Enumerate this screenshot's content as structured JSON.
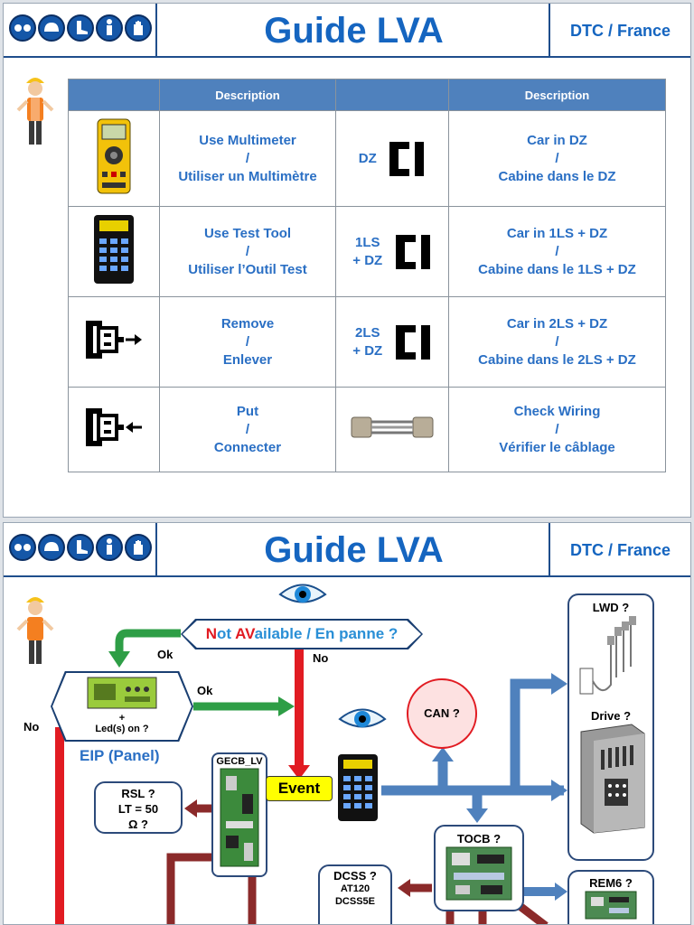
{
  "header": {
    "title": "Guide LVA",
    "region": "DTC / France"
  },
  "ppe_icons": [
    "safety-glasses-icon",
    "hard-hat-icon",
    "safety-boots-icon",
    "harness-icon",
    "gloves-icon"
  ],
  "legend": {
    "col_header_left": "Description",
    "col_header_right": "Description",
    "rows": [
      {
        "icon": "multimeter-icon",
        "line1": "Use Multimeter",
        "sep": "/",
        "line2": "Utiliser un Multimètre",
        "tag": "DZ",
        "tag2": "",
        "desc1": "Car in DZ",
        "desc_sep": "/",
        "desc2": "Cabine dans le DZ"
      },
      {
        "icon": "test-tool-icon",
        "line1": "Use Test Tool",
        "sep": "/",
        "line2": "Utiliser l’Outil Test",
        "tag": "1LS",
        "tag2": "+ DZ",
        "desc1": "Car in 1LS + DZ",
        "desc_sep": "/",
        "desc2": "Cabine dans le 1LS + DZ"
      },
      {
        "icon": "connector-remove-icon",
        "line1": "Remove",
        "sep": "/",
        "line2": "Enlever",
        "tag": "2LS",
        "tag2": "+ DZ",
        "desc1": "Car in 2LS + DZ",
        "desc_sep": "/",
        "desc2": "Cabine dans le 2LS + DZ"
      },
      {
        "icon": "connector-put-icon",
        "line1": "Put",
        "sep": "/",
        "line2": "Connecter",
        "tag": "",
        "tag2": "",
        "desc1": "Check Wiring",
        "desc_sep": "/",
        "desc2": "Vérifier le câblage"
      }
    ]
  },
  "flow": {
    "question_n": "N",
    "question_ot": "ot ",
    "question_av": "AV",
    "question_rest": "ailable / En panne ?",
    "ok1": "Ok",
    "ok2": "Ok",
    "no1": "No",
    "no2": "No",
    "eip_plus": "+",
    "eip_leds": "Led(s) on ?",
    "eip_label": "EIP (Panel)",
    "gecb": "GECB_LV",
    "event": "Event",
    "rsl_1": "RSL ?",
    "rsl_2": "LT = 50",
    "rsl_3": "Ω ?",
    "can": "CAN ?",
    "tocb": "TOCB ?",
    "dcss_1": "DCSS ?",
    "dcss_2": "AT120",
    "dcss_3": "DCSS5E",
    "lwd": "LWD ?",
    "drive": "Drive ?",
    "rem6": "REM6 ?"
  },
  "colors": {
    "accent_blue": "#1565c0",
    "header_fill": "#4f81bd",
    "arrow_green": "#2e9e46",
    "arrow_red": "#e11b22",
    "arrow_blue": "#4f81bd",
    "arrow_dark_red": "#8b2a2a",
    "event_yellow": "#ffff00"
  }
}
